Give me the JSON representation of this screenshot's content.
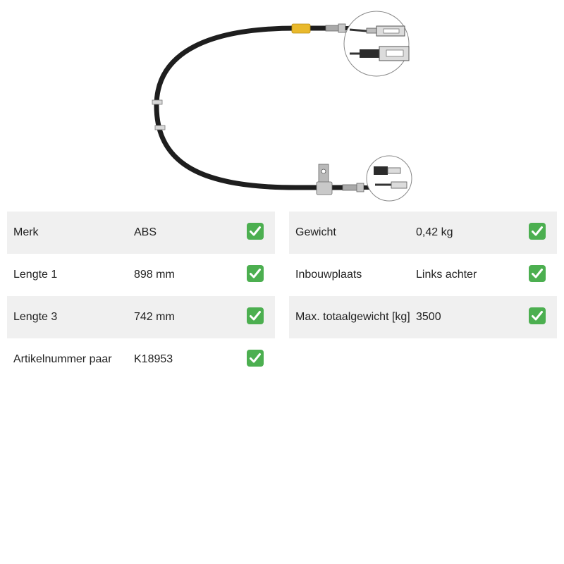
{
  "left_specs": [
    {
      "label": "Merk",
      "value": "ABS"
    },
    {
      "label": "Lengte 1",
      "value": "898 mm"
    },
    {
      "label": "Lengte 3",
      "value": "742 mm"
    },
    {
      "label": "Artikelnummer paar",
      "value": "K18953"
    }
  ],
  "right_specs": [
    {
      "label": "Gewicht",
      "value": "0,42 kg"
    },
    {
      "label": "Inbouwplaats",
      "value": "Links achter"
    },
    {
      "label": "Max. totaalgewicht [kg]",
      "value": "3500"
    }
  ],
  "icons": {
    "check": "check-mark-button-icon"
  },
  "colors": {
    "row_shade": "#f0f0f0",
    "check_green": "#4caf50",
    "cable": "#1e1e1e",
    "sleeve": "#e9b92c"
  }
}
